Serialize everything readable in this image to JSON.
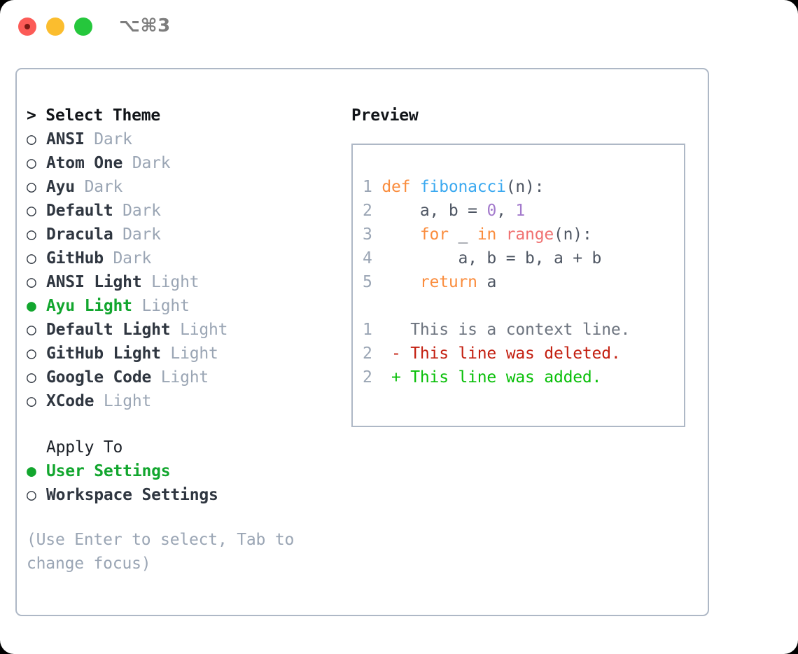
{
  "window": {
    "title": "⌥⌘3",
    "traffic_lights": [
      {
        "name": "close",
        "color": "#fc5b57"
      },
      {
        "name": "minimize",
        "color": "#fbbd2e"
      },
      {
        "name": "maximize",
        "color": "#25c73c"
      }
    ]
  },
  "theme_panel": {
    "heading": "> Select Theme",
    "options": [
      {
        "marker": "○",
        "name": "ANSI",
        "kind": "Dark",
        "selected": false
      },
      {
        "marker": "○",
        "name": "Atom One",
        "kind": "Dark",
        "selected": false
      },
      {
        "marker": "○",
        "name": "Ayu",
        "kind": "Dark",
        "selected": false
      },
      {
        "marker": "○",
        "name": "Default",
        "kind": "Dark",
        "selected": false
      },
      {
        "marker": "○",
        "name": "Dracula",
        "kind": "Dark",
        "selected": false
      },
      {
        "marker": "○",
        "name": "GitHub",
        "kind": "Dark",
        "selected": false
      },
      {
        "marker": "○",
        "name": "ANSI Light",
        "kind": "Light",
        "selected": false
      },
      {
        "marker": "●",
        "name": "Ayu Light",
        "kind": "Light",
        "selected": true
      },
      {
        "marker": "○",
        "name": "Default Light",
        "kind": "Light",
        "selected": false
      },
      {
        "marker": "○",
        "name": "GitHub Light",
        "kind": "Light",
        "selected": false
      },
      {
        "marker": "○",
        "name": "Google Code",
        "kind": "Light",
        "selected": false
      },
      {
        "marker": "○",
        "name": "XCode",
        "kind": "Light",
        "selected": false
      }
    ],
    "apply_to": {
      "heading": "Apply To",
      "options": [
        {
          "marker": "●",
          "label": "User Settings",
          "selected": true
        },
        {
          "marker": "○",
          "label": "Workspace Settings",
          "selected": false
        }
      ]
    },
    "hint": "(Use Enter to select, Tab to change focus)"
  },
  "preview": {
    "heading": "Preview",
    "code_lines": [
      {
        "number": "1",
        "tokens": [
          {
            "text": "def ",
            "cls": "kw"
          },
          {
            "text": "fibonacci",
            "cls": "fn"
          },
          {
            "text": "(n):",
            "cls": "punc"
          }
        ]
      },
      {
        "number": "2",
        "tokens": [
          {
            "text": "    a, b = ",
            "cls": "ident"
          },
          {
            "text": "0",
            "cls": "num"
          },
          {
            "text": ", ",
            "cls": "punc"
          },
          {
            "text": "1",
            "cls": "num"
          }
        ]
      },
      {
        "number": "3",
        "tokens": [
          {
            "text": "    ",
            "cls": "ident"
          },
          {
            "text": "for",
            "cls": "kw"
          },
          {
            "text": " _ ",
            "cls": "ident"
          },
          {
            "text": "in",
            "cls": "kw"
          },
          {
            "text": " ",
            "cls": "ident"
          },
          {
            "text": "range",
            "cls": "bi"
          },
          {
            "text": "(n):",
            "cls": "punc"
          }
        ]
      },
      {
        "number": "4",
        "tokens": [
          {
            "text": "        a, b = b, a + b",
            "cls": "ident"
          }
        ]
      },
      {
        "number": "5",
        "tokens": [
          {
            "text": "    ",
            "cls": "ident"
          },
          {
            "text": "return",
            "cls": "kw"
          },
          {
            "text": " a",
            "cls": "ident"
          }
        ]
      }
    ],
    "diff_lines": [
      {
        "number": "1",
        "sign": " ",
        "text": "This is a context line.",
        "kind": "context"
      },
      {
        "number": "2",
        "sign": "-",
        "text": "This line was deleted.",
        "kind": "deleted"
      },
      {
        "number": "2",
        "sign": "+",
        "text": "This line was added.",
        "kind": "added"
      }
    ]
  },
  "colors": {
    "accent_green": "#12a62e",
    "muted_gray": "#9aa5b4",
    "border": "#aeb8c6",
    "keyword": "#fa8d3e",
    "function": "#3ba9f0",
    "number": "#a37acc",
    "builtin": "#f07171",
    "diff_added": "#08bf08",
    "diff_deleted": "#c31f10"
  }
}
